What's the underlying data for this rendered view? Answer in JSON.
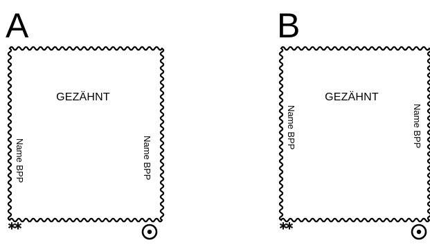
{
  "panels": [
    {
      "letter": "A",
      "label": "GEZÄHNT",
      "left_text": "Name BPP",
      "right_text": "Name BPP",
      "stars": "**",
      "marker_icon": "circled-dot-icon"
    },
    {
      "letter": "B",
      "label": "GEZÄHNT",
      "left_text": "Name BPP",
      "right_text": "Name BPP",
      "stars": "**",
      "marker_icon": "circled-dot-icon"
    }
  ],
  "colors": {
    "ink": "#000000",
    "paper": "#ffffff"
  }
}
